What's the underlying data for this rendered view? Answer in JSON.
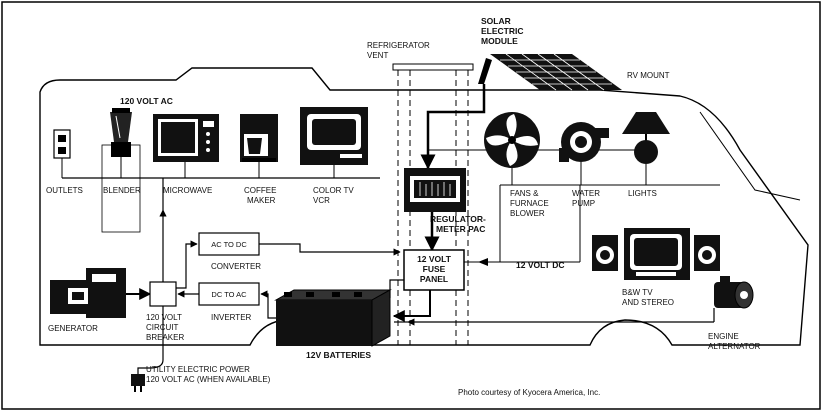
{
  "labels": {
    "solar_1": "SOLAR",
    "solar_2": "ELECTRIC",
    "solar_3": "MODULE",
    "fridge_1": "REFRIGERATOR",
    "fridge_2": "VENT",
    "rv_mount": "RV MOUNT",
    "ac_120": "120 VOLT AC",
    "outlets": "OUTLETS",
    "blender": "BLENDER",
    "microwave": "MICROWAVE",
    "coffee_1": "COFFEE",
    "coffee_2": "MAKER",
    "colortv_1": "COLOR TV",
    "colortv_2": "VCR",
    "fans_1": "FANS &",
    "fans_2": "FURNACE",
    "fans_3": "BLOWER",
    "pump_1": "WATER",
    "pump_2": "PUMP",
    "lights": "LIGHTS",
    "reg_1": "REGULATOR-",
    "reg_2": "METER PAC",
    "ac_to_dc": "AC TO DC",
    "converter": "CONVERTER",
    "dc_to_ac": "DC TO AC",
    "inverter": "INVERTER",
    "fuse_1": "12 VOLT",
    "fuse_2": "FUSE",
    "fuse_3": "PANEL",
    "dc12": "12 VOLT DC",
    "bw_1": "B&W TV",
    "bw_2": "AND STEREO",
    "generator": "GENERATOR",
    "breaker_1": "120 VOLT",
    "breaker_2": "CIRCUIT",
    "breaker_3": "BREAKER",
    "batteries": "12V BATTERIES",
    "engine_1": "ENGINE",
    "engine_2": "ALTERNATOR",
    "utility_1": "UTILITY ELECTRIC POWER",
    "utility_2": "120 VOLT AC (WHEN AVAILABLE)",
    "credit": "Photo courtesy of Kyocera America, Inc."
  }
}
